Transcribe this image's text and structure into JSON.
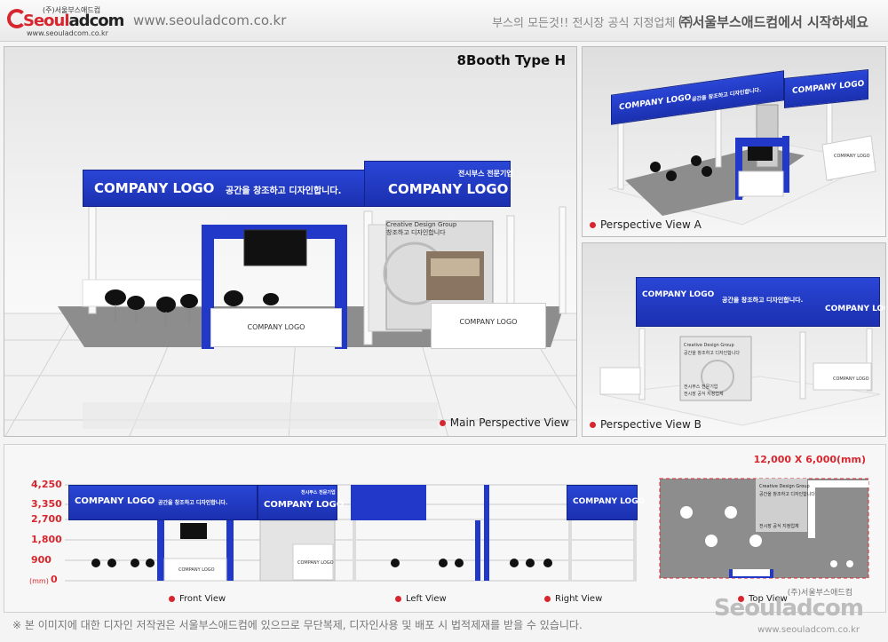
{
  "header": {
    "logo_kr": "(주)서울부스애드컴",
    "logo_brand_red": "Seoul",
    "logo_brand_dark": "adcom",
    "logo_url": "www.seouladcom.co.kr",
    "site_url": "www.seouladcom.co.kr",
    "slogan_prefix": "부스의 모든것!! 전시장 공식 지정업체",
    "slogan_bold": "㈜서울부스애드컴에서 시작하세요"
  },
  "main_view": {
    "title": "8Booth Type H",
    "caption": "Main Perspective View",
    "fascia_left_logo": "COMPANY LOGO",
    "fascia_left_slogan": "공간을 창조하고 디자인합니다.",
    "fascia_right_sub": "전시부스 전문기업",
    "fascia_right_logo": "COMPANY LOGO",
    "counter_left": "COMPANY LOGO",
    "counter_right": "COMPANY LOGO",
    "graphic_title": "Creative Design Group",
    "graphic_line": "창조하고 디자인합니다"
  },
  "view_a": {
    "caption": "Perspective View A",
    "fascia_logo": "COMPANY LOGO",
    "fascia_slogan": "공간을 창조하고 디자인합니다.",
    "fascia_logo_2": "COMPANY LOGO",
    "counter_logo": "COMPANY LOGO"
  },
  "view_b": {
    "caption": "Perspective View B",
    "fascia_logo": "COMPANY LOGO",
    "fascia_slogan": "공간을 창조하고 디자인합니다.",
    "fascia_logo_2": "COMPANY LOGO",
    "counter_logo": "COMPANY LOGO",
    "graphic_title": "Creative Design Group",
    "graphic_line": "공간을 창조하고 디자인합니다",
    "graphic_line2": "전시부스 전문기업",
    "graphic_line3": "전시장 공식 지정업체"
  },
  "elevations": {
    "dimension": "12,000 X 6,000(mm)",
    "unit": "(mm)",
    "scale_ticks": [
      "4,250",
      "3,350",
      "2,700",
      "1,800",
      "900",
      "0"
    ],
    "front_caption": "Front View",
    "left_caption": "Left View",
    "right_caption": "Right View",
    "top_caption": "Top View",
    "front_logo_1": "COMPANY LOGO",
    "front_slogan": "공간을 창조하고 디자인합니다.",
    "front_sub": "전시부스 전문기업",
    "front_logo_2": "COMPANY LOGO",
    "front_counter": "COMPANY LOGO",
    "front_counter_2": "COMPANY LOGO",
    "right_logo": "COMPANY LOGO",
    "top_graphic_title": "Creative Design Group",
    "top_graphic_line": "공간을 창조하고 디자인합니다",
    "top_graphic_line2": "전시장 공식 지정업체"
  },
  "footer": {
    "copyright": "※ 본 이미지에 대한 디자인 저작권은 서울부스애드컴에 있으므로 무단복제, 디자인사용 및 배포 시 법적제재를 받을 수 있습니다.",
    "logo_kr": "(주)서울부스애드컴",
    "logo_brand": "Seouladcom",
    "logo_url": "www.seouladcom.co.kr"
  },
  "colors": {
    "fascia_blue": "#2238c8",
    "accent_red": "#d7262e",
    "carpet": "#8d8d8d"
  }
}
